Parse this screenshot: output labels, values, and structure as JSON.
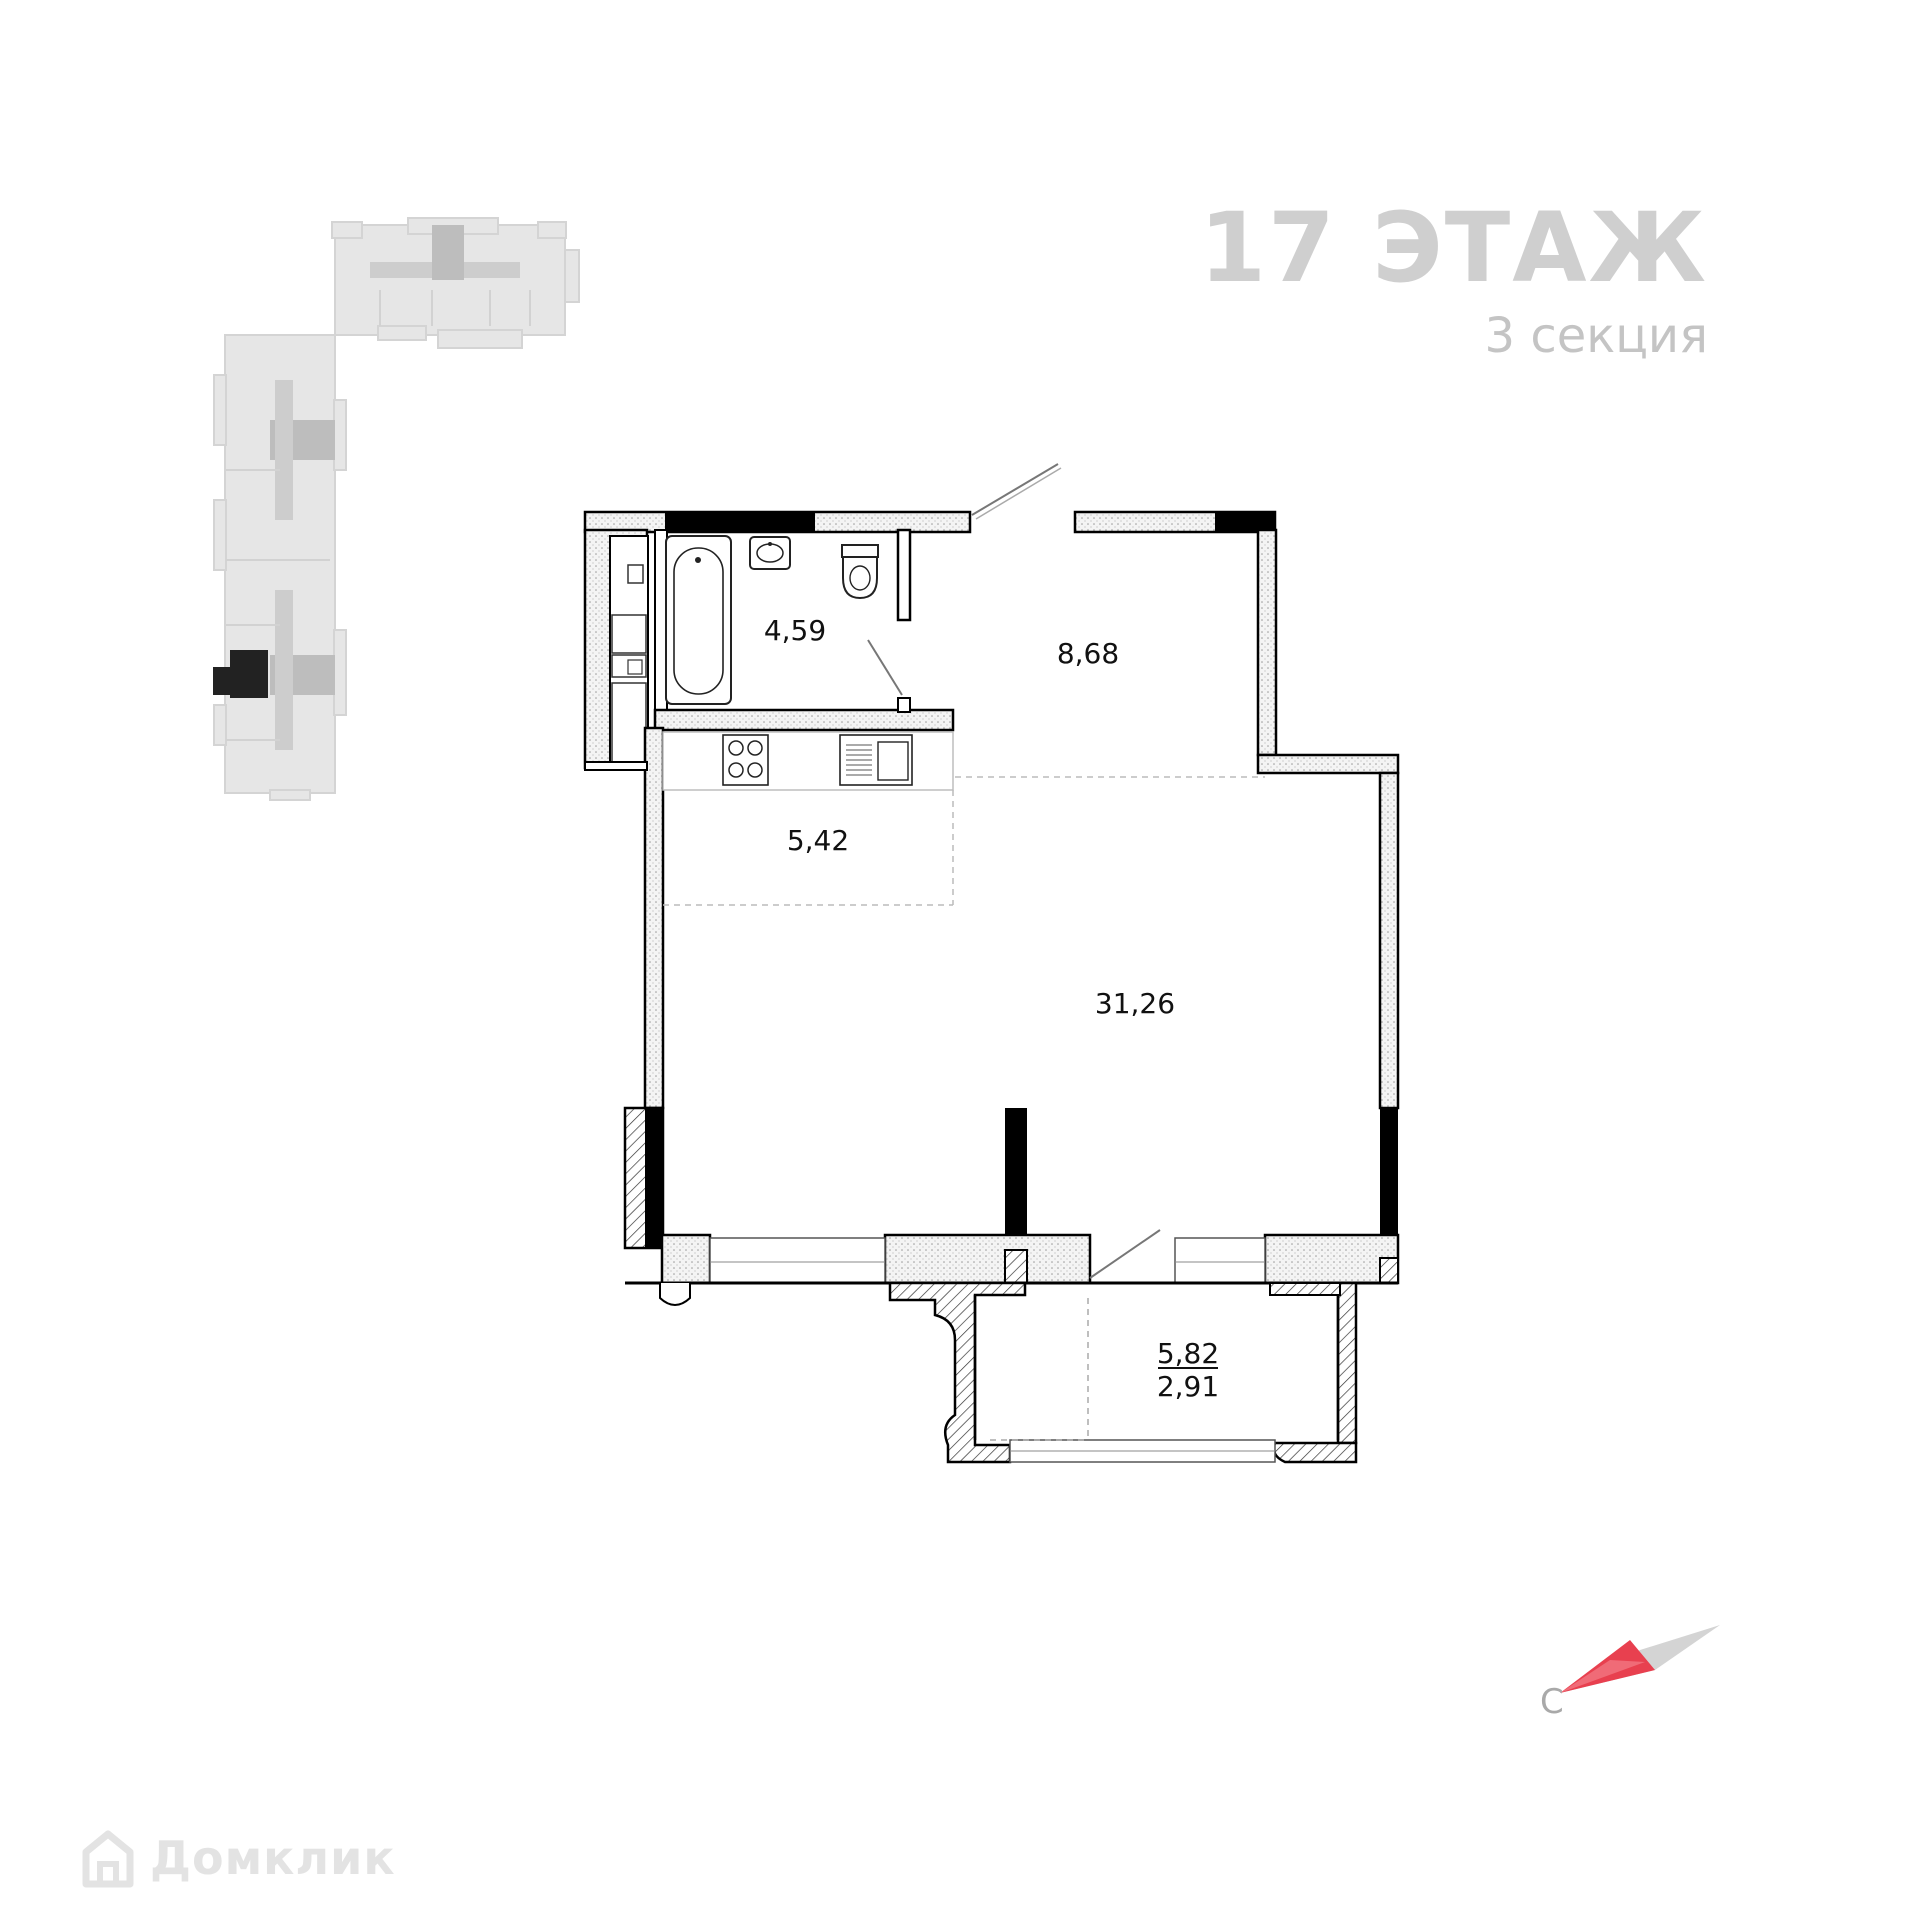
{
  "header": {
    "floor_title": "17 ЭТАЖ",
    "section_subtitle": "3 секция"
  },
  "rooms": [
    {
      "id": "bathroom",
      "area": "4,59"
    },
    {
      "id": "hallway",
      "area": "8,68"
    },
    {
      "id": "kitchen",
      "area": "5,42"
    },
    {
      "id": "living",
      "area": "31,26"
    },
    {
      "id": "balcony",
      "area_total": "5,82",
      "area_reduced": "2,91"
    }
  ],
  "compass": {
    "north_letter": "С",
    "accent_color": "#e8404f",
    "shade_color": "#cfcfcf"
  },
  "keyplan": {
    "highlight_color": "#222222",
    "building_color": "#e6e6e6",
    "core_color": "#bdbdbd"
  },
  "colors": {
    "wall": "#000000",
    "insulation": "#f0f0f0",
    "outline": "#1a1a1a",
    "title": "#cfcfcf"
  },
  "brand": {
    "name": "Домклик",
    "icon": "house-logo-icon"
  }
}
